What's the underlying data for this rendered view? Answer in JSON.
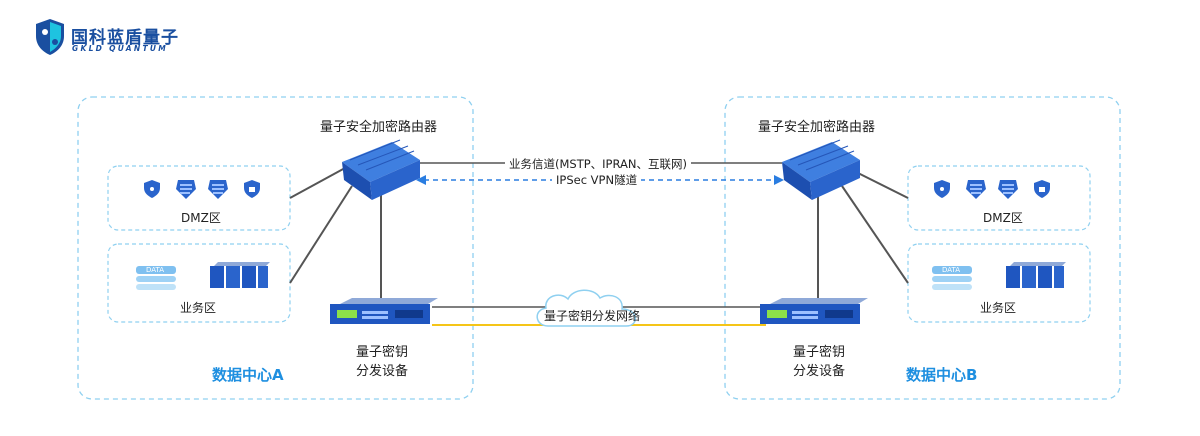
{
  "brand": {
    "name_cn": "国科蓝盾量子",
    "name_en": "GKLD QUANTUM",
    "primary_color": "#1a4fa0",
    "accent_color": "#1ec3e0"
  },
  "left_dc": {
    "title": "数据中心A",
    "router_title": "量子安全加密路由器",
    "dmz_label": "DMZ区",
    "business_label": "业务区",
    "device_label_line1": "量子密钥",
    "device_label_line2": "分发设备",
    "data_tag": "DATA"
  },
  "right_dc": {
    "title": "数据中心B",
    "router_title": "量子安全加密路由器",
    "dmz_label": "DMZ区",
    "business_label": "业务区",
    "device_label_line1": "量子密钥",
    "device_label_line2": "分发设备",
    "data_tag": "DATA"
  },
  "channels": {
    "business_channel": "业务信道(MSTP、IPRAN、互联网)",
    "vpn_tunnel": "IPSec  VPN隧道",
    "qkd_network": "量子密钥分发网络"
  },
  "colors": {
    "dashed_border": "#8fd0f0",
    "dc_title": "#1e8fe0",
    "link_line": "#555555",
    "fiber_line": "#f5c518",
    "vpn_arrow": "#2a7de1"
  }
}
